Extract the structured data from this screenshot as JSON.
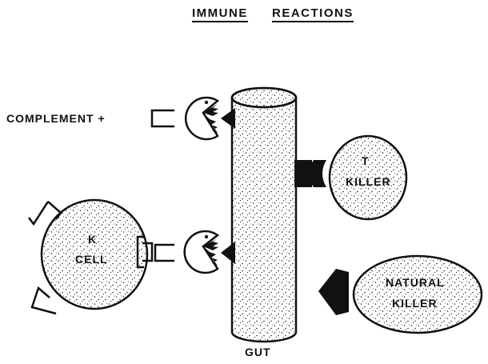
{
  "title": {
    "word1": "IMMUNE",
    "word2": "REACTIONS"
  },
  "labels": {
    "complement": "COMPLEMENT +",
    "t_killer_line1": "T",
    "t_killer_line2": "KILLER",
    "k_cell_line1": "K",
    "k_cell_line2": "CELL",
    "natural_killer_line1": "NATURAL",
    "natural_killer_line2": "KILLER",
    "gut": "GUT"
  },
  "icons": {
    "chomper": "pacman-chomper-icon",
    "arrow": "left-arrow-icon"
  },
  "colors": {
    "ink": "#111111",
    "background": "#ffffff"
  }
}
